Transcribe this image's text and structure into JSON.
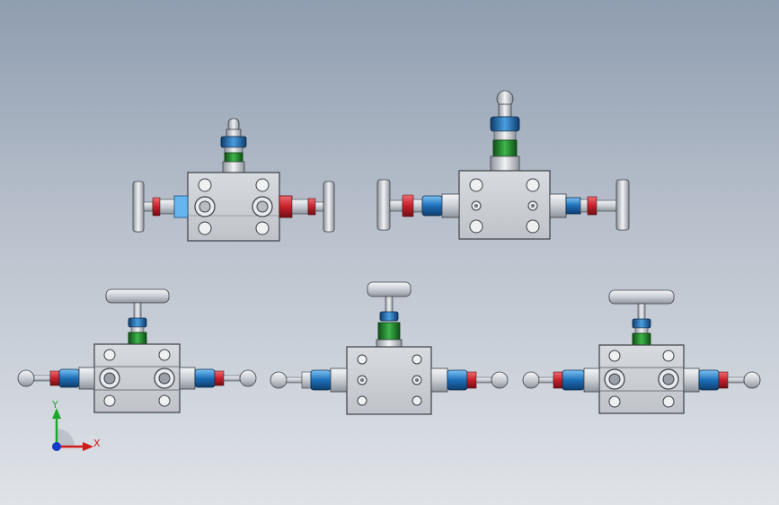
{
  "viewport": {
    "background_top": "#8f9db0",
    "background_bottom": "#dfe3e8"
  },
  "colors": {
    "body": "#c9ccd2",
    "body_stroke": "#3b3f45",
    "steel": "#d9dde2",
    "steel_dark": "#8e949c",
    "blue": "#1e6fb8",
    "light_blue": "#65b6ef",
    "red": "#c8202a",
    "green": "#1f8c2a",
    "hole": "#eef0f2"
  },
  "triad": {
    "x_label": "X",
    "y_label": "Y",
    "x_color": "#d01b1b",
    "y_color": "#1ea82b",
    "origin_color": "#1738c8"
  },
  "models": [
    {
      "name": "manifold-top-left",
      "variant": "knurled-stem-flat"
    },
    {
      "name": "manifold-top-right",
      "variant": "knurled-stem-flat"
    },
    {
      "name": "manifold-bottom-left",
      "variant": "t-handle-front"
    },
    {
      "name": "manifold-bottom-center",
      "variant": "t-handle-side"
    },
    {
      "name": "manifold-bottom-right",
      "variant": "t-handle-front"
    }
  ]
}
